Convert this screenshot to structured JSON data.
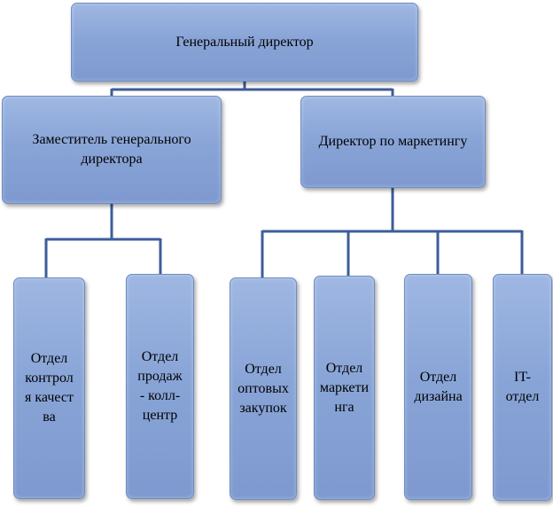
{
  "org": {
    "root": "Генеральный директор",
    "deputy": "Заместитель генерального директора",
    "marketing_director": "Директор по маркетингу",
    "quality": [
      "Отдел",
      "контрол",
      "я качест",
      "ва"
    ],
    "sales": [
      "Отдел",
      "продаж",
      "- колл-",
      "центр"
    ],
    "wholesale": [
      "Отдел",
      "оптовых",
      "закупок"
    ],
    "marketing_dept": [
      "Отдел",
      "маркети",
      "нга"
    ],
    "design": [
      "Отдел",
      "дизайна"
    ],
    "it": [
      "IT-",
      "отдел"
    ]
  },
  "colors": {
    "box_fill": "#89a5d7",
    "connector": "#3d5d9a"
  }
}
